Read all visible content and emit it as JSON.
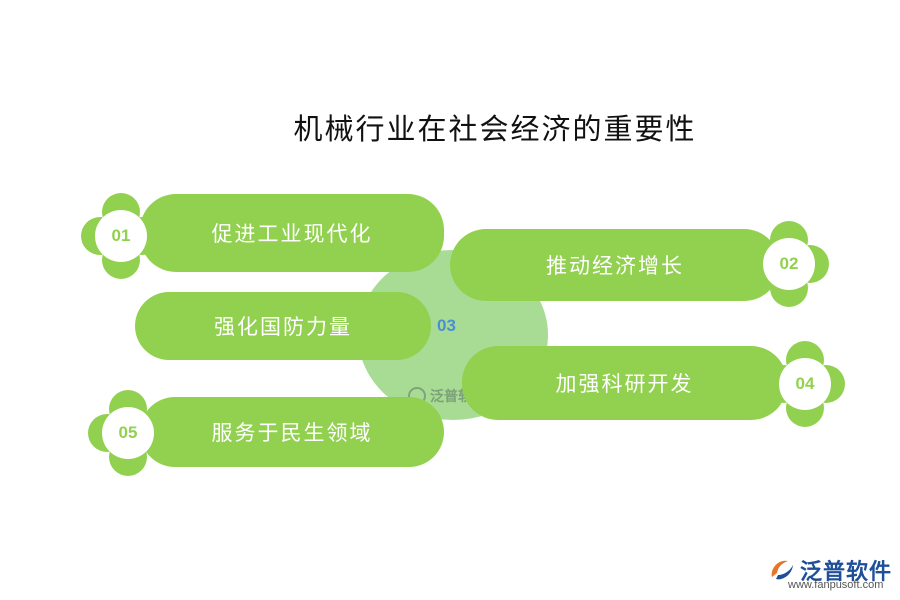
{
  "title": "机械行业在社会经济的重要性",
  "center": {
    "number": "03"
  },
  "items": [
    {
      "number": "01",
      "label": "促进工业现代化"
    },
    {
      "number": "02",
      "label": "推动经济增长"
    },
    {
      "number": "03",
      "label": "强化国防力量"
    },
    {
      "number": "04",
      "label": "加强科研开发"
    },
    {
      "number": "05",
      "label": "服务于民生领域"
    }
  ],
  "watermark_center": "泛普软件",
  "logo": {
    "name": "泛普软件",
    "url": "www.fanpusoft.com"
  },
  "colors": {
    "green": "#92d050",
    "light_green": "#a8dc95",
    "number_blue": "#4a8fd6",
    "logo_blue": "#1f4f99"
  }
}
